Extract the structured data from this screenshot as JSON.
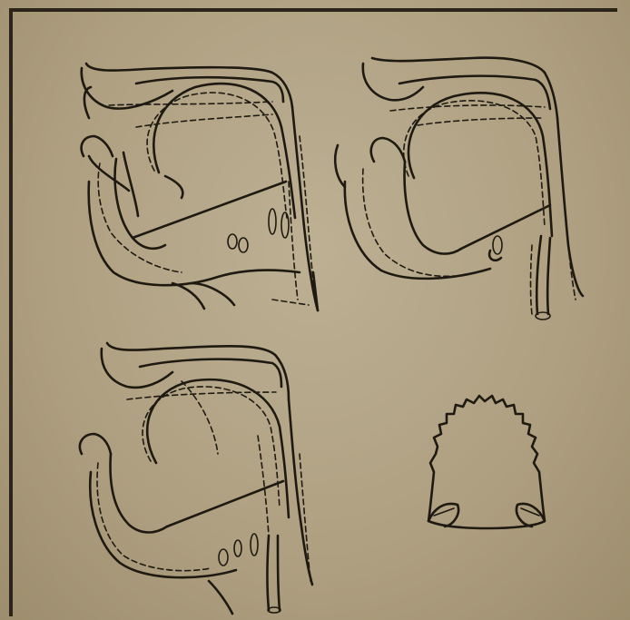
{
  "figure": {
    "panels": [
      {
        "name": "vocal-tract-profile-top-left",
        "outline": "solid",
        "overlay": "dashed"
      },
      {
        "name": "vocal-tract-profile-top-right",
        "outline": "solid",
        "overlay": "dashed"
      },
      {
        "name": "vocal-tract-profile-bottom-left",
        "outline": "solid",
        "overlay": "dashed"
      },
      {
        "name": "palatogram",
        "outline": "solid"
      }
    ],
    "colors": {
      "paper": "#b3a587",
      "ink": "#1e1a12"
    }
  }
}
